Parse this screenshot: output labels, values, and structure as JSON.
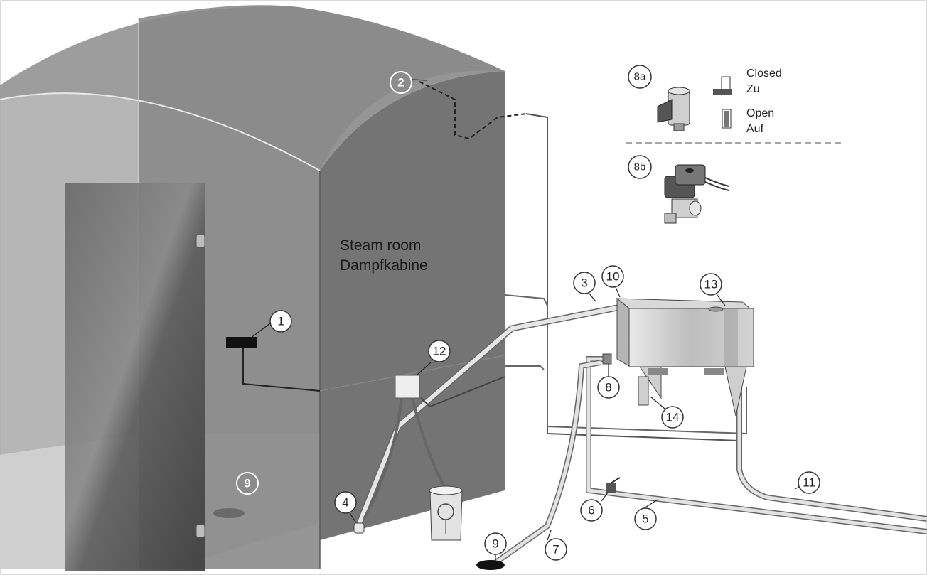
{
  "room_label": {
    "line1": "Steam room",
    "line2": "Dampfkabine"
  },
  "valve_legend": {
    "valve_a_number": "8a",
    "valve_b_number": "8b",
    "closed_en": "Closed",
    "closed_de": "Zu",
    "open_en": "Open",
    "open_de": "Auf"
  },
  "callouts": {
    "c1": "1",
    "c2": "2",
    "c3": "3",
    "c4": "4",
    "c5": "5",
    "c6": "6",
    "c7": "7",
    "c8": "8",
    "c9a": "9",
    "c9b": "9",
    "c10": "10",
    "c11": "11",
    "c12": "12",
    "c13": "13",
    "c14": "14"
  },
  "colors": {
    "wall_dark": "#6f6f6f",
    "wall_light": "#9a9a9a",
    "floor": "#c9c9c9",
    "door_glass": "#5a5a5a",
    "pipe": "#d8d8d8"
  }
}
